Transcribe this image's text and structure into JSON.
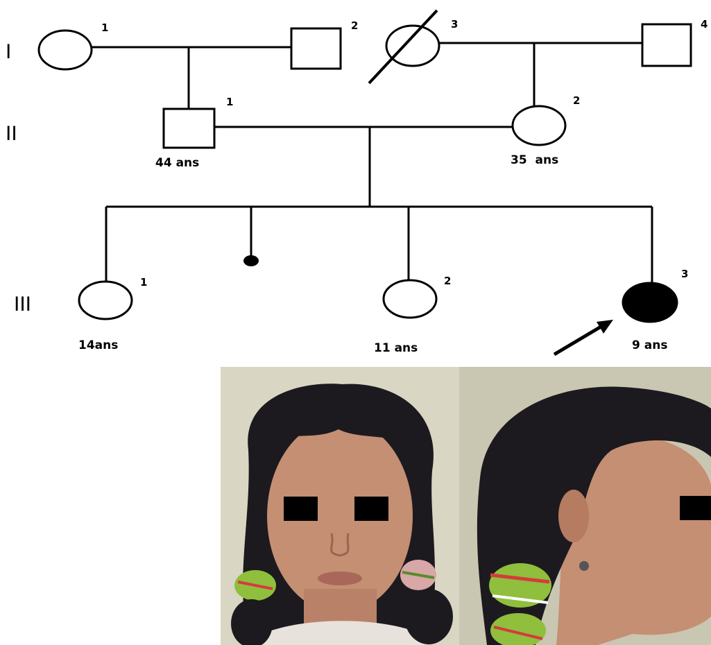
{
  "pedigree": {
    "generations": [
      "I",
      "II",
      "III"
    ],
    "gen1": {
      "i1": {
        "number": "1"
      },
      "i2": {
        "number": "2"
      },
      "i3": {
        "number": "3"
      },
      "i4": {
        "number": "4"
      }
    },
    "gen2": {
      "i1": {
        "number": "1",
        "age": "44 ans"
      },
      "i2": {
        "number": "2",
        "age": "35  ans"
      }
    },
    "gen3": {
      "i1": {
        "number": "1",
        "age": "14ans"
      },
      "i2": {
        "number": "2",
        "age": "11 ans"
      },
      "i3": {
        "number": "3",
        "age": "9 ans"
      }
    }
  },
  "photos": {
    "frontal": {
      "description_icon": "frontal-face-photo"
    },
    "profile": {
      "description_icon": "profile-face-photo"
    }
  },
  "colors": {
    "line": "#000000",
    "affected": "#000000",
    "photo_bg_left": "#d9d6c3",
    "photo_bg_right": "#c9c6b2",
    "hair": "#1c1a1f",
    "skin": "#c48f73",
    "scrunchie_green": "#8fbf3c",
    "censor": "#000000"
  }
}
